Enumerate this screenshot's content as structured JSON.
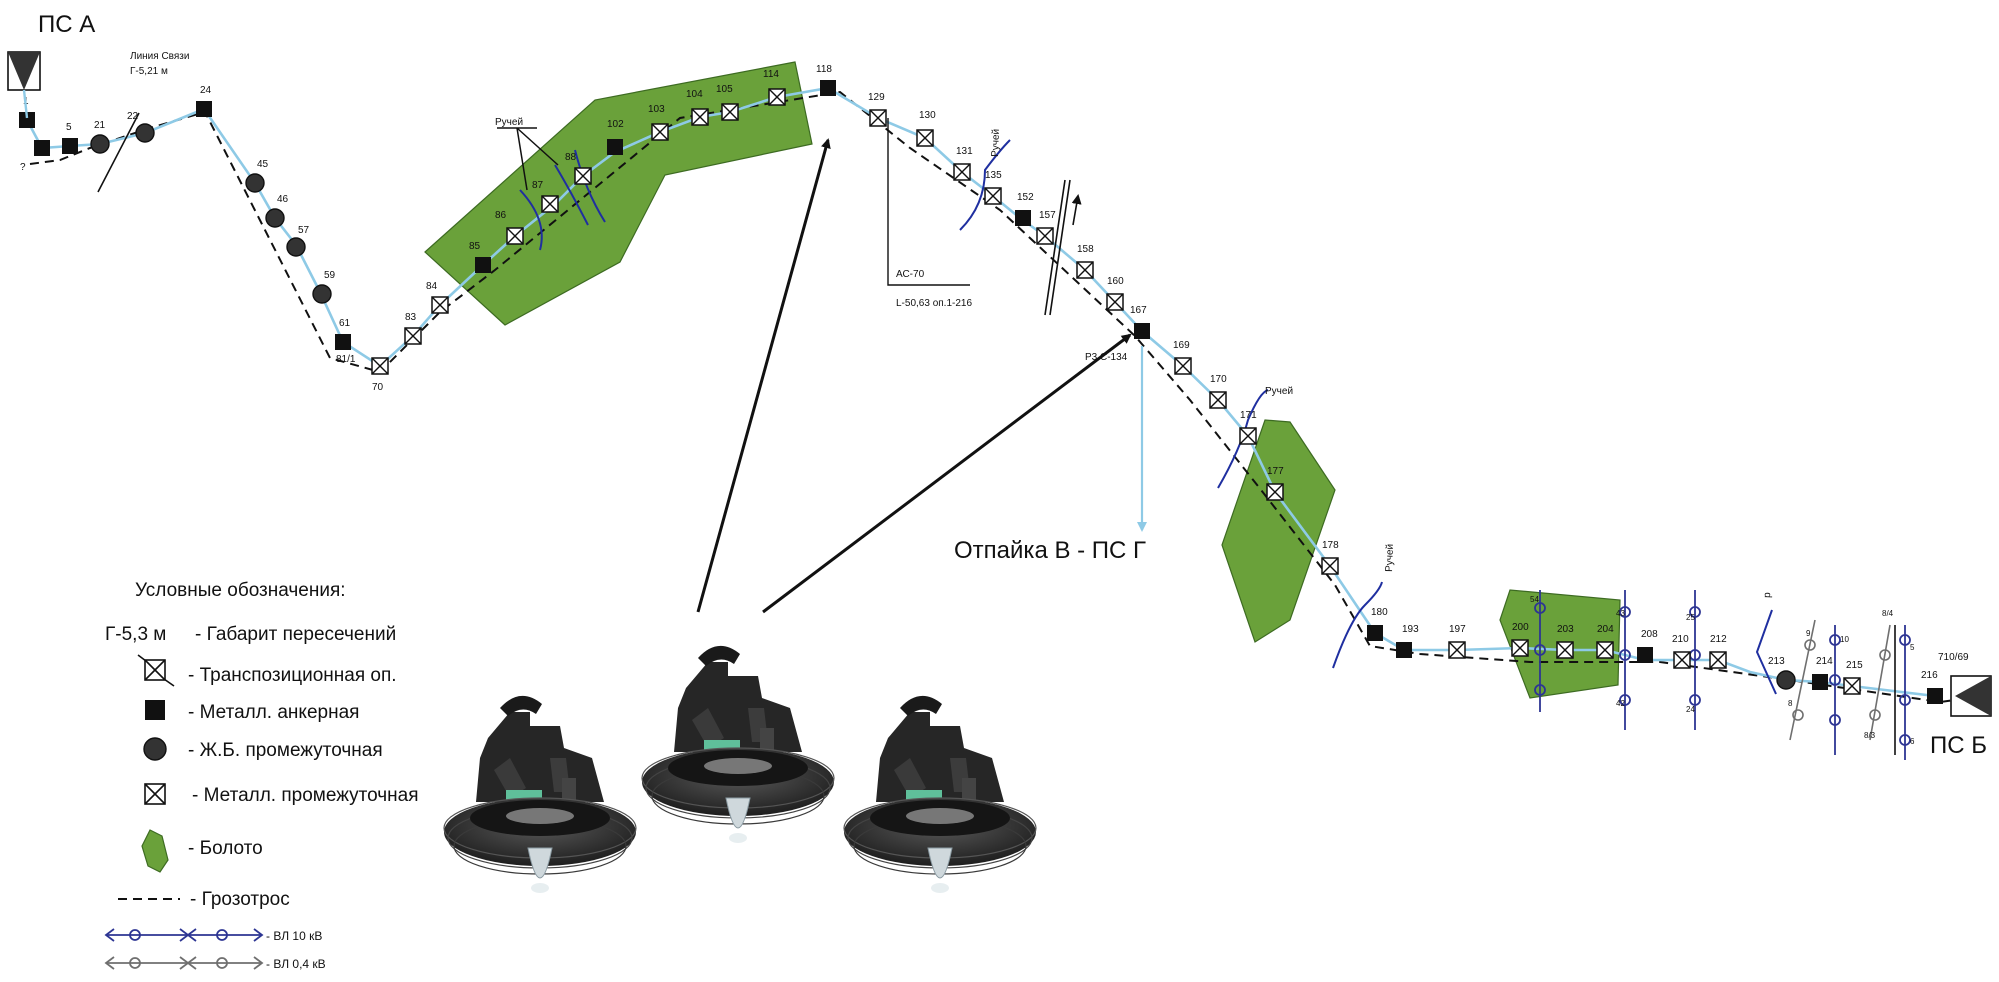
{
  "stations": {
    "a": "ПС А",
    "b": "ПС Б",
    "branch": "Отпайка В - ПС Г"
  },
  "annotations": {
    "comm_line_title": "Линия Связи",
    "comm_line_gap": "Г-5,21 м",
    "stream": "Ручей",
    "wire": "АС-70",
    "length": "L-50,63 оп.1-216",
    "branch_tower": "Р3 С-134",
    "far_right": "710/69"
  },
  "towers": [
    {
      "label": "1",
      "type": "anchor"
    },
    {
      "label": "?",
      "type": "anchor"
    },
    {
      "label": "5",
      "type": "anchor"
    },
    {
      "label": "21",
      "type": "concrete"
    },
    {
      "label": "22",
      "type": "concrete"
    },
    {
      "label": "24",
      "type": "anchor"
    },
    {
      "label": "45",
      "type": "concrete"
    },
    {
      "label": "46",
      "type": "concrete"
    },
    {
      "label": "57",
      "type": "concrete"
    },
    {
      "label": "59",
      "type": "concrete"
    },
    {
      "label": "61",
      "type": "anchor"
    },
    {
      "label": "70",
      "type": "anchor"
    },
    {
      "label": "81/1",
      "type": "intermediate"
    },
    {
      "label": "83",
      "type": "intermediate"
    },
    {
      "label": "84",
      "type": "intermediate"
    },
    {
      "label": "85",
      "type": "anchor"
    },
    {
      "label": "86",
      "type": "intermediate"
    },
    {
      "label": "87",
      "type": "intermediate"
    },
    {
      "label": "88",
      "type": "intermediate"
    },
    {
      "label": "102",
      "type": "anchor"
    },
    {
      "label": "103",
      "type": "intermediate"
    },
    {
      "label": "104",
      "type": "intermediate"
    },
    {
      "label": "105",
      "type": "intermediate"
    },
    {
      "label": "114",
      "type": "intermediate"
    },
    {
      "label": "118",
      "type": "anchor"
    },
    {
      "label": "129",
      "type": "intermediate"
    },
    {
      "label": "130",
      "type": "intermediate"
    },
    {
      "label": "131",
      "type": "intermediate"
    },
    {
      "label": "135",
      "type": "intermediate"
    },
    {
      "label": "152",
      "type": "anchor"
    },
    {
      "label": "157",
      "type": "intermediate"
    },
    {
      "label": "158",
      "type": "intermediate"
    },
    {
      "label": "160",
      "type": "intermediate"
    },
    {
      "label": "167",
      "type": "anchor"
    },
    {
      "label": "169",
      "type": "intermediate"
    },
    {
      "label": "170",
      "type": "intermediate"
    },
    {
      "label": "171",
      "type": "intermediate"
    },
    {
      "label": "177",
      "type": "intermediate"
    },
    {
      "label": "178",
      "type": "intermediate"
    },
    {
      "label": "180",
      "type": "anchor"
    },
    {
      "label": "193",
      "type": "anchor"
    },
    {
      "label": "197",
      "type": "intermediate"
    },
    {
      "label": "200",
      "type": "intermediate"
    },
    {
      "label": "203",
      "type": "intermediate"
    },
    {
      "label": "204",
      "type": "intermediate"
    },
    {
      "label": "208",
      "type": "anchor"
    },
    {
      "label": "210",
      "type": "intermediate"
    },
    {
      "label": "212",
      "type": "intermediate"
    },
    {
      "label": "213",
      "type": "concrete"
    },
    {
      "label": "214",
      "type": "anchor"
    },
    {
      "label": "215",
      "type": "intermediate"
    },
    {
      "label": "216",
      "type": "anchor"
    }
  ],
  "crossings_10kv": [
    "54",
    "43",
    "42",
    "25",
    "24",
    "10",
    "5",
    "6"
  ],
  "crossings_04kv": [
    "9",
    "8",
    "8/3",
    "8/4"
  ],
  "crossing_p_mark": "р",
  "legend": {
    "title": "Условные обозначения:",
    "gabarit_sample": "Г-5,3 м",
    "gabarit": "- Габарит пересечений",
    "transposition": "- Транспозиционная оп.",
    "anchor": "- Металл. анкерная",
    "concrete": "- Ж.Б. промежуточная",
    "intermediate": "- Металл. промежуточная",
    "swamp": "- Болото",
    "ground_wire": "- Грозотрос",
    "vl10": "- ВЛ 10 кВ",
    "vl04": "- ВЛ 0,4 кВ"
  },
  "colors": {
    "line": "#8ecae6",
    "swamp": "#6aa13a",
    "swamp_stroke": "#3d6b22",
    "stream": "#1f2fa0",
    "vl10": "#2d3593",
    "vl04": "#6f6f6f",
    "ink": "#111111",
    "lamp_body": "#2b2b2b",
    "lamp_accent": "#5fbf9a"
  }
}
